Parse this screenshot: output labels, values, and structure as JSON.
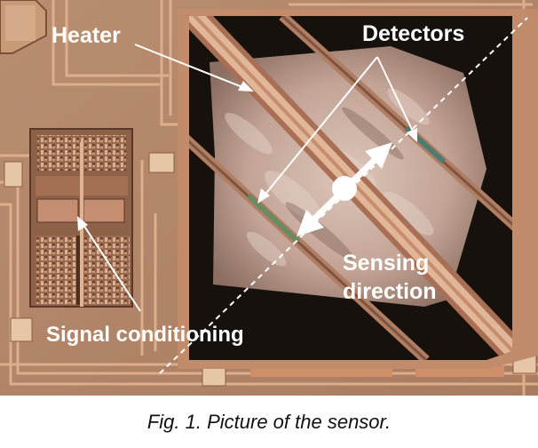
{
  "figure": {
    "labels": {
      "heater": "Heater",
      "detectors": "Detectors",
      "sensing_line1": "Sensing",
      "sensing_line2": "direction",
      "signal_conditioning": "Signal conditioning"
    },
    "caption": "Fig. 1. Picture of the sensor.",
    "colors": {
      "die_background": "#b4866a",
      "cavity": "#17110d",
      "membrane": "#c9aea0",
      "metal_trace": "#d9a886",
      "annotation": "#ffffff"
    }
  }
}
